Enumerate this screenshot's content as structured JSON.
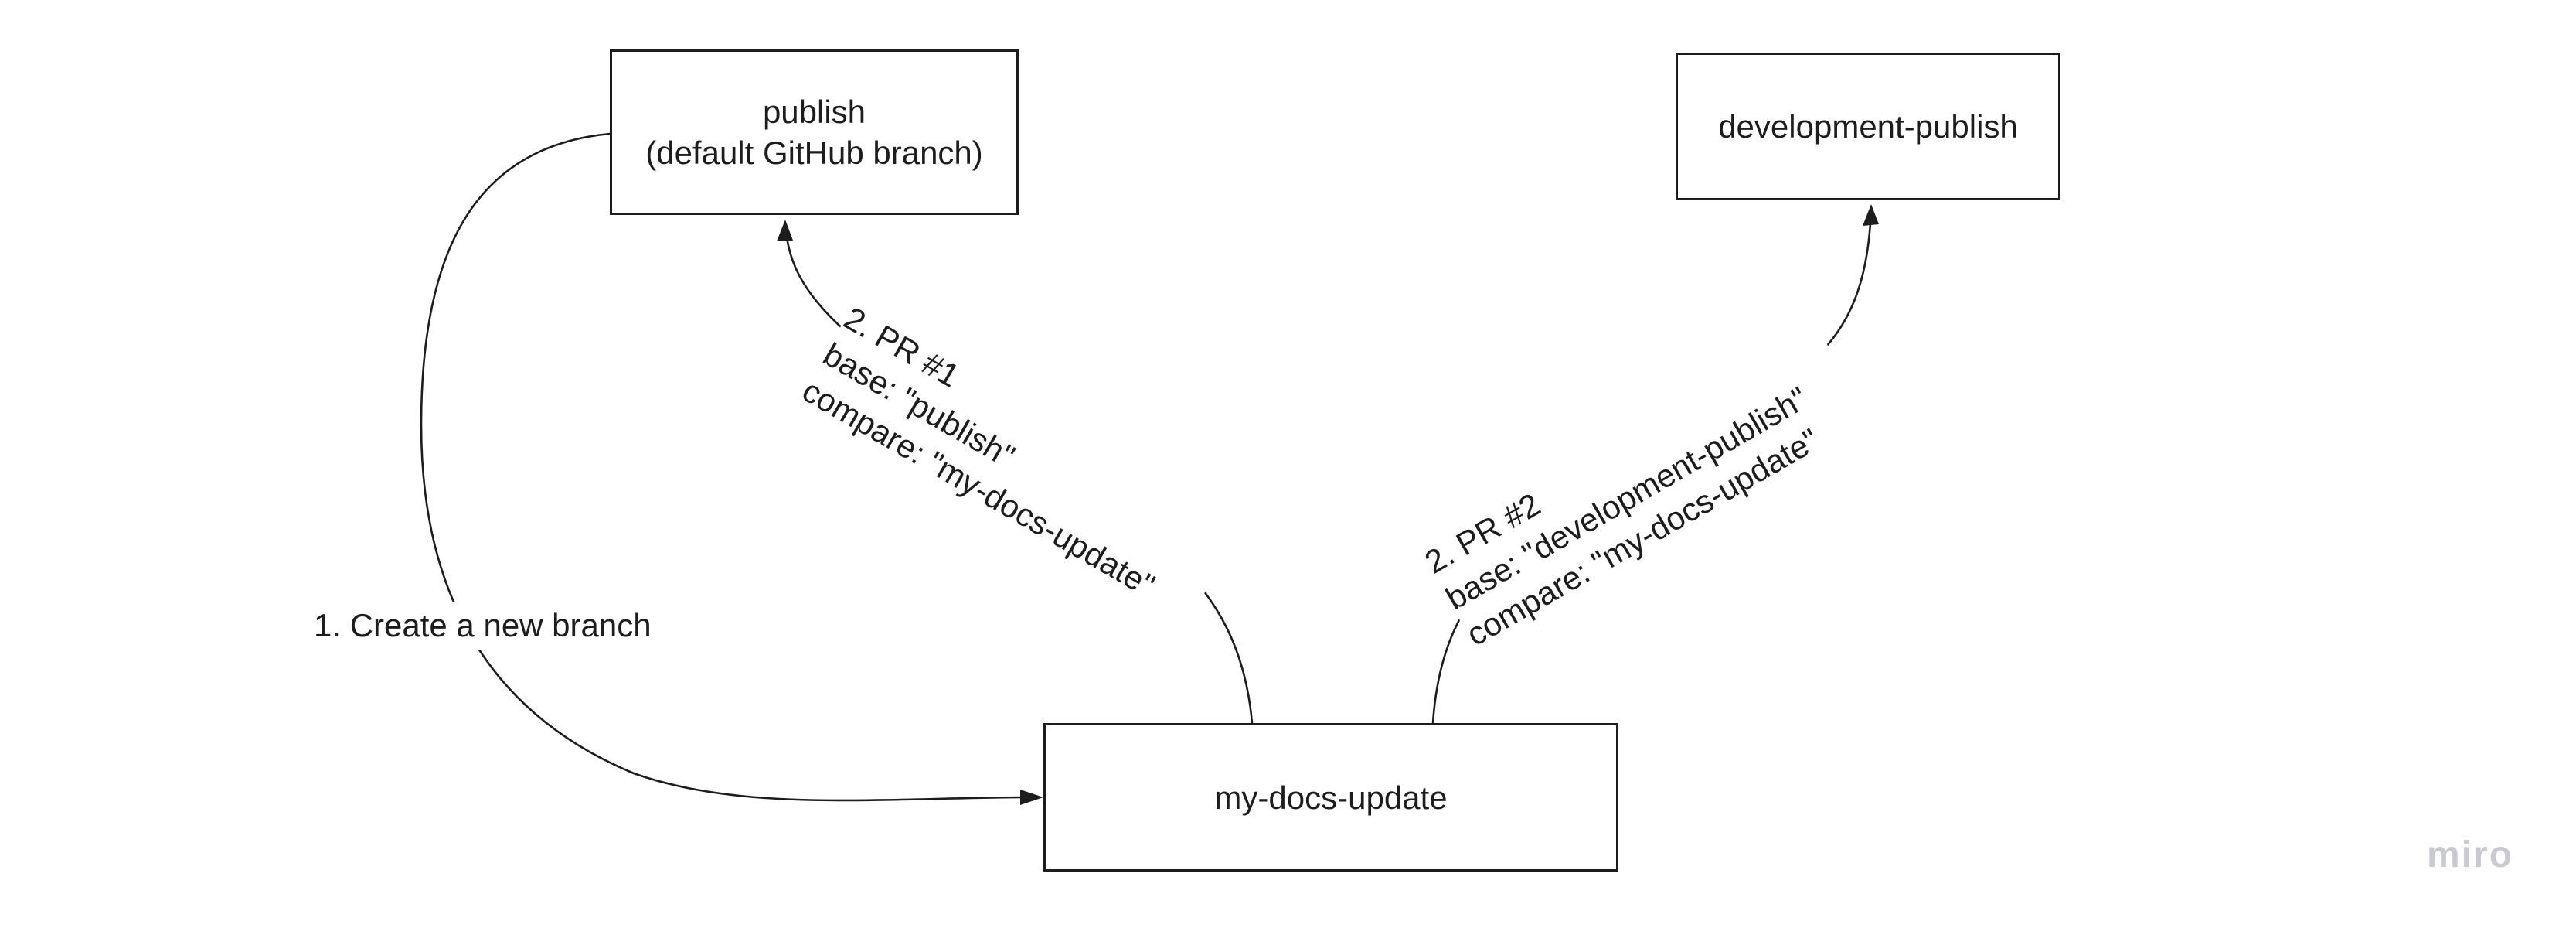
{
  "colors": {
    "ink": "#1d1d1d",
    "bg": "#ffffff",
    "box-fill": "#ffffff",
    "watermark": "#c9c9d3"
  },
  "nodes": {
    "publish": {
      "line1": "publish",
      "line2": "(default GitHub branch)"
    },
    "development_publish": {
      "label": "development-publish"
    },
    "my_docs_update": {
      "label": "my-docs-update"
    }
  },
  "edges": {
    "create_branch": {
      "label": "1. Create a new branch"
    },
    "pr1": {
      "line1": "2. PR #1",
      "line2": "base: \"publish\"",
      "line3": "compare: \"my-docs-update\""
    },
    "pr2": {
      "line1": "2. PR #2",
      "line2": "base: \"development-publish\"",
      "line3": "compare: \"my-docs-update\""
    }
  },
  "watermark": {
    "label": "miro"
  }
}
